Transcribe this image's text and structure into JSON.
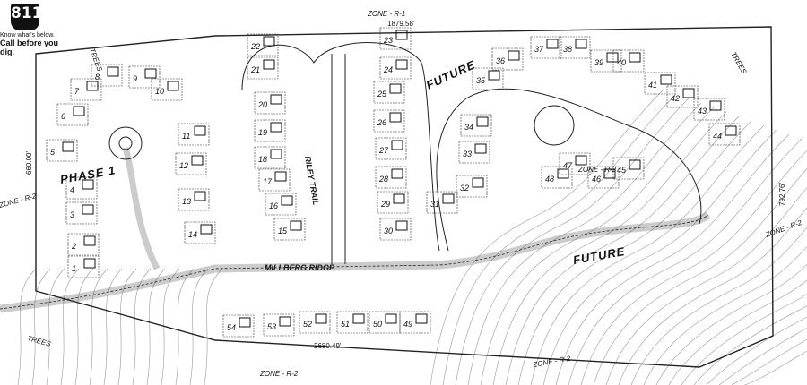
{
  "logo": {
    "number": "811",
    "line1": "Know what's below.",
    "line2": "Call before you dig."
  },
  "labels": {
    "phase": "PHASE 1",
    "future_top": "FUTURE",
    "future_bottom": "FUTURE",
    "street_riley": "RILEY TRAIL",
    "street_millberg": "MILLBERG RIDGE",
    "trees": "TREES"
  },
  "zones": {
    "top": "ZONE - R-1",
    "left": "ZONE - R-2",
    "bottom_left": "ZONE - R-2",
    "bottom_right": "ZONE - R-2",
    "right": "ZONE - R-2",
    "mid": "ZONE - R-2"
  },
  "dimensions": {
    "top": "1879.58'",
    "left": "660.00'",
    "right": "792.76'",
    "bottom": "2680.49'"
  },
  "lots": [
    "1",
    "2",
    "3",
    "4",
    "5",
    "6",
    "7",
    "8",
    "9",
    "10",
    "11",
    "12",
    "13",
    "14",
    "15",
    "16",
    "17",
    "18",
    "19",
    "20",
    "21",
    "22",
    "23",
    "24",
    "25",
    "26",
    "27",
    "28",
    "29",
    "30",
    "31",
    "32",
    "33",
    "34",
    "35",
    "36",
    "37",
    "38",
    "39",
    "40",
    "41",
    "42",
    "43",
    "44",
    "45",
    "46",
    "47",
    "48",
    "49",
    "50",
    "51",
    "52",
    "53",
    "54"
  ]
}
